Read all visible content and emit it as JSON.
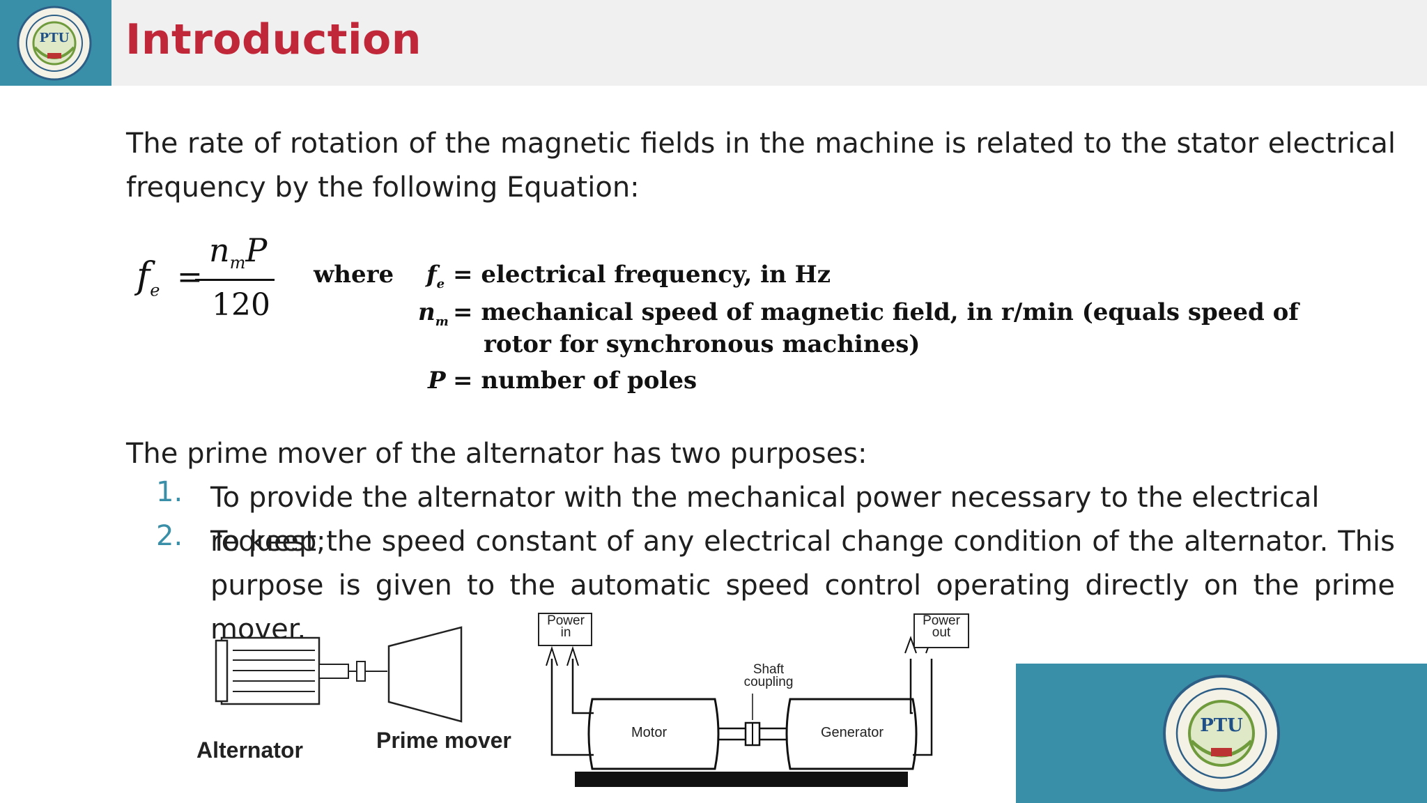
{
  "header": {
    "title": "Introduction",
    "logo_text": "PTU",
    "accent_color": "#3a8fa8",
    "title_color": "#c0283a"
  },
  "content": {
    "paragraph1": "The rate of rotation of the magnetic fields in the machine is related to the stator electrical frequency by the following Equation:",
    "equation": {
      "lhs": "fe",
      "numerator": "nmP",
      "denominator": "120",
      "where": "where",
      "definitions": [
        {
          "symbol": "fe",
          "text": "= electrical frequency, in Hz"
        },
        {
          "symbol": "nm",
          "text": "= mechanical speed of magnetic field, in r/min (equals speed of"
        },
        {
          "symbol": "",
          "text": "rotor for synchronous machines)"
        },
        {
          "symbol": "P",
          "text": "= number of poles"
        }
      ]
    },
    "paragraph2": "The prime mover of the alternator has two purposes:",
    "list": [
      {
        "num": "1.",
        "text": "To provide the alternator with the mechanical power necessary to the electrical request;"
      },
      {
        "num": "2.",
        "text": "To keep the speed constant of any electrical change condition of the alternator. This purpose is given to the automatic speed control operating directly on the prime mover."
      }
    ]
  },
  "diagram1": {
    "alternator_label": "Alternator",
    "prime_mover_label": "Prime mover"
  },
  "diagram2": {
    "power_in": [
      "Power",
      "in"
    ],
    "power_out": [
      "Power",
      "out"
    ],
    "shaft_coupling": [
      "Shaft",
      "coupling"
    ],
    "motor": "Motor",
    "generator": "Generator"
  }
}
